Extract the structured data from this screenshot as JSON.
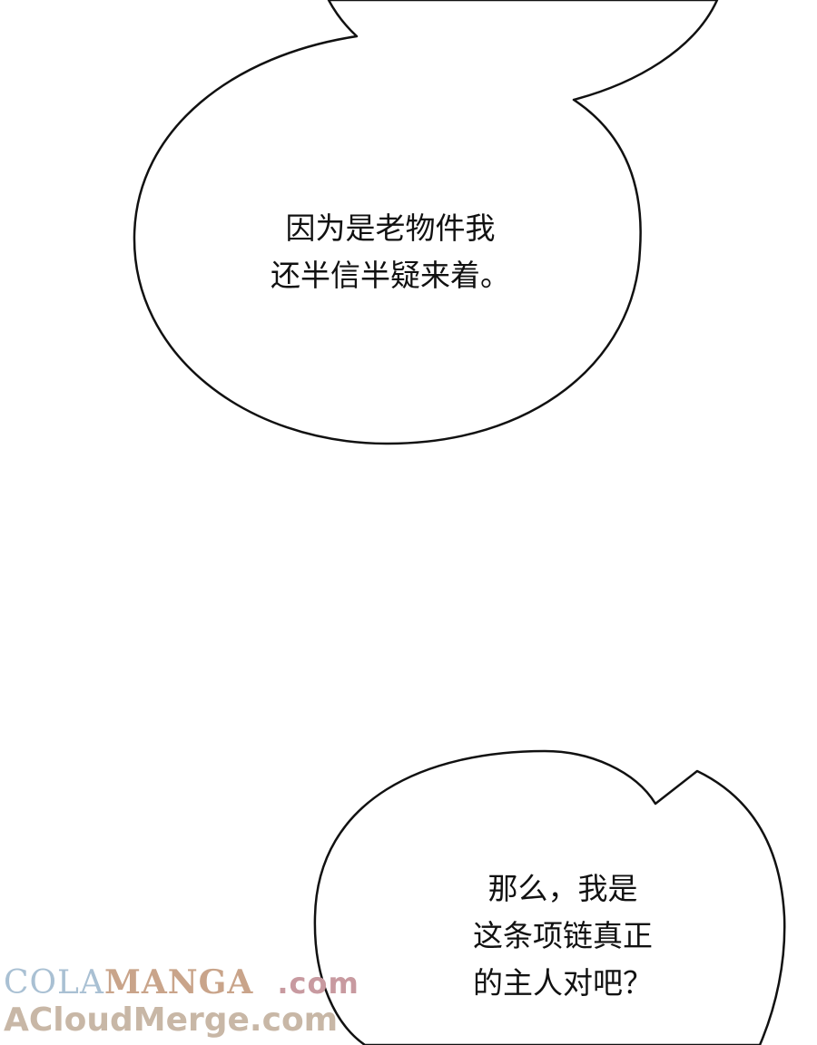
{
  "bubbles": {
    "top": {
      "lines": [
        "因为是老物件我",
        "还半信半疑来着。"
      ]
    },
    "bottom": {
      "lines": [
        "那么，我是",
        "这条项链真正",
        "的主人对吧？"
      ]
    }
  },
  "watermark": {
    "line1_part1": "COLA",
    "line1_part2": "MANGA",
    "line1_part3": ".com",
    "line2": "ACloudMerge.com"
  },
  "colors": {
    "background": "#ffffff",
    "bubble_fill": "#ffffff",
    "bubble_stroke": "#111111",
    "text": "#111111"
  }
}
